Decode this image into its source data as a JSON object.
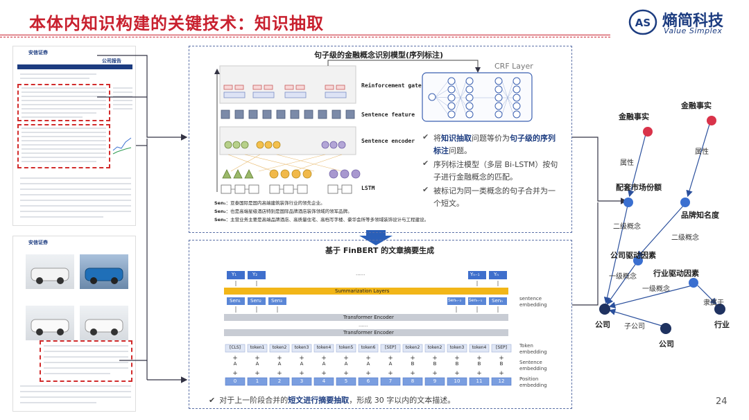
{
  "slide": {
    "title": "本体内知识构建的关键技术：知识抽取",
    "page_number": "24"
  },
  "logo": {
    "name": "熵简科技",
    "sub": "Value Simplex",
    "mark": "AS"
  },
  "report_page1": {
    "header_label": "公司报告",
    "logo_text": "安信证券"
  },
  "report_page2": {
    "logo_text": "安信证券"
  },
  "top_panel": {
    "title": "句子级的金融概念识别模型(序列标注)",
    "crf_label": "CRF Layer",
    "layer_labels": [
      "Reinforcement gate",
      "Sentence feature",
      "Sentence encoder",
      "LSTM"
    ],
    "sentences": [
      {
        "tag": "Sen₁",
        "text": "：亚泰国际是国内高端建筑装饰行业的领先企业。"
      },
      {
        "tag": "Sen₂",
        "text": "：也是高端星级酒店特别是国际品牌酒店装饰领域的领军品牌。"
      },
      {
        "tag": "Sen₃",
        "text": "：主营业务主要是高端品牌酒店、高质量住宅、高档写字楼、豪华会所等多领域装饰设计与工程建设。"
      }
    ],
    "points": [
      {
        "pre": "将",
        "b1": "知识抽取",
        "mid": "问题等价为",
        "b2": "句子级的序列标注",
        "post": "问题。"
      },
      {
        "pre": "序列标注模型（多层 Bi-LSTM）按句子进行金融概念的匹配。",
        "b1": "",
        "mid": "",
        "b2": "",
        "post": ""
      },
      {
        "pre": "被标记为同一类概念的句子合并为一个短文。",
        "b1": "",
        "mid": "",
        "b2": "",
        "post": ""
      }
    ]
  },
  "bottom_panel": {
    "title": "基于 FinBERT 的文章摘要生成",
    "outputs": [
      "Y₁",
      "Y₂",
      "Yₙ₋₁",
      "Yₙ"
    ],
    "dots": "......",
    "summarization_label": "Summarization Layers",
    "sentence_tokens": [
      "Sen₁",
      "Sen₂",
      "Sen₃",
      "Senₙ₋₂",
      "Senₙ₋₁",
      "Senₙ"
    ],
    "sentence_embedding_label": "sentence embedding",
    "transformer_label": "Transformer Encoder",
    "tokens": [
      "[CLS]",
      "token1",
      "token2",
      "token3",
      "token4",
      "token5",
      "token6",
      "[SEP]",
      "token2",
      "token2",
      "token3",
      "token4",
      "[SEP]"
    ],
    "segments": [
      "A",
      "A",
      "A",
      "A",
      "A",
      "A",
      "A",
      "A",
      "B",
      "B",
      "B",
      "B",
      "B"
    ],
    "positions": [
      "0",
      "1",
      "2",
      "3",
      "4",
      "5",
      "6",
      "7",
      "8",
      "9",
      "10",
      "11",
      "12"
    ],
    "token_embedding_label": "Token embedding",
    "segment_embedding_label": "Sentence embedding",
    "position_embedding_label": "Position embedding",
    "footer_pre": "对于上一阶段合并的",
    "footer_bold": "短文进行摘要抽取",
    "footer_post": "，形成 30 字以内的文本描述。"
  },
  "graph": {
    "nodes": [
      {
        "id": "fact1",
        "label": "金融事实"
      },
      {
        "id": "fact2",
        "label": "金融事实"
      },
      {
        "id": "market",
        "label": "配套市场份额"
      },
      {
        "id": "brand",
        "label": "品牌知名度"
      },
      {
        "id": "company_driver",
        "label": "公司驱动因素"
      },
      {
        "id": "industry_driver",
        "label": "行业驱动因素"
      },
      {
        "id": "company",
        "label": "公司"
      },
      {
        "id": "industry",
        "label": "行业"
      },
      {
        "id": "company2",
        "label": "公司"
      }
    ],
    "edges": [
      {
        "label": "属性"
      },
      {
        "label": "属性"
      },
      {
        "label": "二级概念"
      },
      {
        "label": "二级概念"
      },
      {
        "label": "一级概念"
      },
      {
        "label": "一级概念"
      },
      {
        "label": "隶属于"
      },
      {
        "label": "子公司"
      }
    ]
  },
  "colors": {
    "title_red": "#c8202e",
    "brand_blue": "#1c3c80",
    "node_red": "#d9334a",
    "node_blue": "#3a6fd0",
    "node_navy": "#1f3260"
  }
}
